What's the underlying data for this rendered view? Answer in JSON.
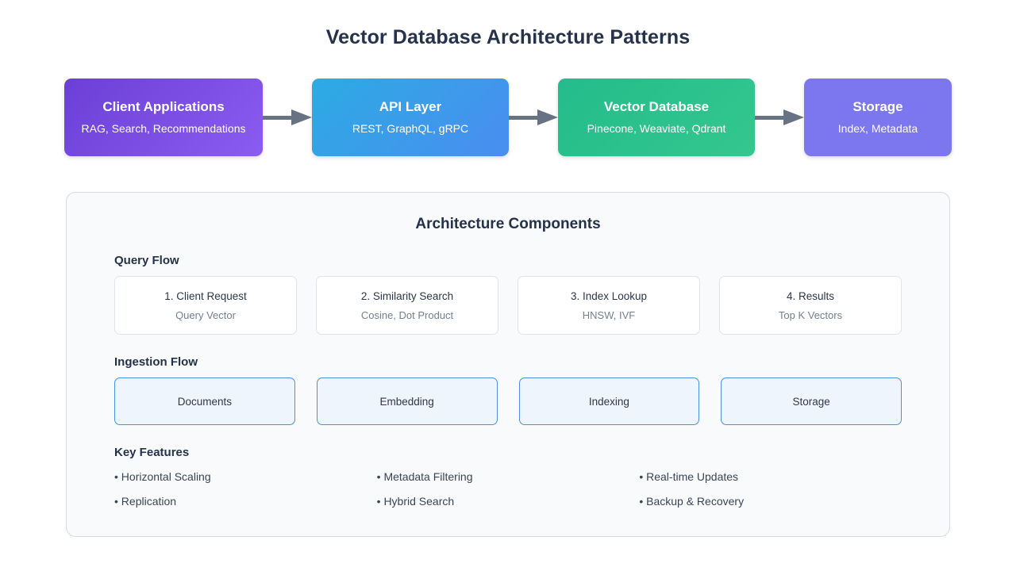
{
  "title": "Vector Database Architecture Patterns",
  "pipeline": {
    "arrow_color": "#677285",
    "stages": [
      {
        "title": "Client Applications",
        "subtitle": "RAG, Search, Recommendations",
        "color": "#6b3fd6"
      },
      {
        "title": "API Layer",
        "subtitle": "REST, GraphQL, gRPC",
        "color": "#2cabe3"
      },
      {
        "title": "Vector Database",
        "subtitle": "Pinecone, Weaviate, Qdrant",
        "color": "#24bc8b"
      },
      {
        "title": "Storage",
        "subtitle": "Index, Metadata",
        "color": "#7c77ee"
      }
    ]
  },
  "panel": {
    "title": "Architecture Components",
    "query_flow": {
      "label": "Query Flow",
      "cards": [
        {
          "title": "1. Client Request",
          "subtitle": "Query Vector"
        },
        {
          "title": "2. Similarity Search",
          "subtitle": "Cosine, Dot Product"
        },
        {
          "title": "3. Index Lookup",
          "subtitle": "HNSW, IVF"
        },
        {
          "title": "4. Results",
          "subtitle": "Top K Vectors"
        }
      ]
    },
    "ingestion_flow": {
      "label": "Ingestion Flow",
      "cards": [
        {
          "title": "Documents"
        },
        {
          "title": "Embedding"
        },
        {
          "title": "Indexing"
        },
        {
          "title": "Storage"
        }
      ]
    },
    "key_features": {
      "label": "Key Features",
      "items": [
        "• Horizontal Scaling",
        "• Metadata Filtering",
        "• Real-time Updates",
        "• Replication",
        "• Hybrid Search",
        "• Backup & Recovery"
      ]
    }
  }
}
